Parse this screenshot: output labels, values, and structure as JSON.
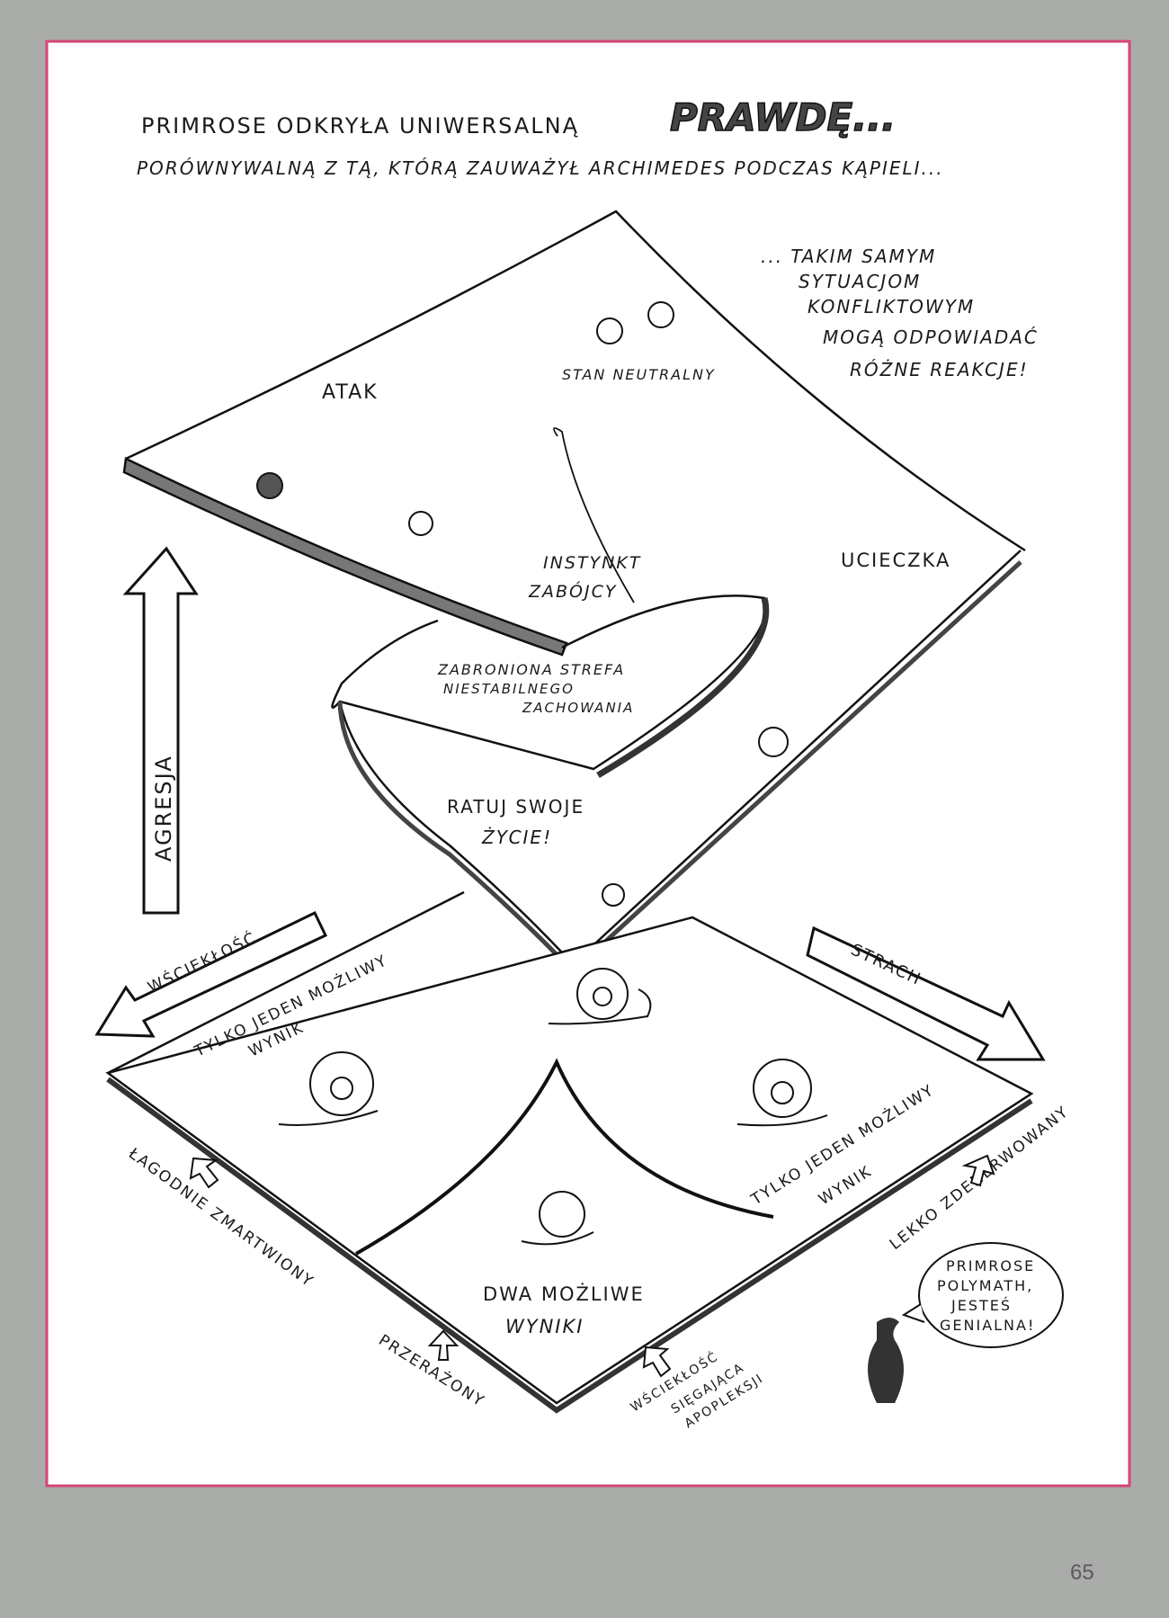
{
  "header": {
    "line1": "PRIMROSE   ODKRYŁA   UNIWERSALNĄ",
    "highlight": "PRAWDĘ...",
    "line2": "PORÓWNYWALNĄ  Z  TĄ,  KTÓRĄ  ZAUWAŻYŁ  ARCHIMEDES  PODCZAS  KĄPIELI..."
  },
  "side_note": [
    "... TAKIM   SAMYM",
    "SYTUACJOM",
    "KONFLIKTOWYM",
    "MOGĄ  ODPOWIADAĆ",
    "RÓŻNE  REAKCJE!"
  ],
  "surface_labels": {
    "attack": "ATAK",
    "neutral": "STAN NEUTRALNY",
    "killer_instinct": [
      "INSTYNKT",
      "ZABÓJCY"
    ],
    "escape": "UCIECZKA",
    "forbidden_zone": [
      "ZABRONIONA STREFA",
      "NIESTABILNEGO",
      "ZACHOWANIA"
    ],
    "save_life": [
      "RATUJ  SWOJE",
      "ŻYCIE!"
    ]
  },
  "axes": {
    "aggression": "AGRESJA",
    "rage": "WŚCIEKŁOŚĆ",
    "fear": "STRACH"
  },
  "base_labels": {
    "one_outcome_left": [
      "TYLKO JEDEN MOŻLIWY",
      "WYNIK"
    ],
    "one_outcome_right": [
      "TYLKO JEDEN MOŻLIWY",
      "WYNIK"
    ],
    "two_outcomes": [
      "DWA  MOŻLIWE",
      "WYNIKI"
    ],
    "mildly_worried": "ŁAGODNIE ZMARTWIONY",
    "terrified": "PRZERAŻONY",
    "apoplectic": [
      "WŚCIEKŁOŚĆ",
      "SIĘGAJĄCA",
      "APOPLEKSJI"
    ],
    "slightly_nervous": "LEKKO ZDENERWOWANY"
  },
  "speech_bubble": [
    "PRIMROSE",
    "POLYMATH,",
    "JESTEŚ",
    "GENIALNA!"
  ],
  "page_number": "65",
  "colors": {
    "frame": "#d4457a",
    "background": "#a9aca8",
    "paper": "#ffffff",
    "ink": "#1a1a1a"
  }
}
